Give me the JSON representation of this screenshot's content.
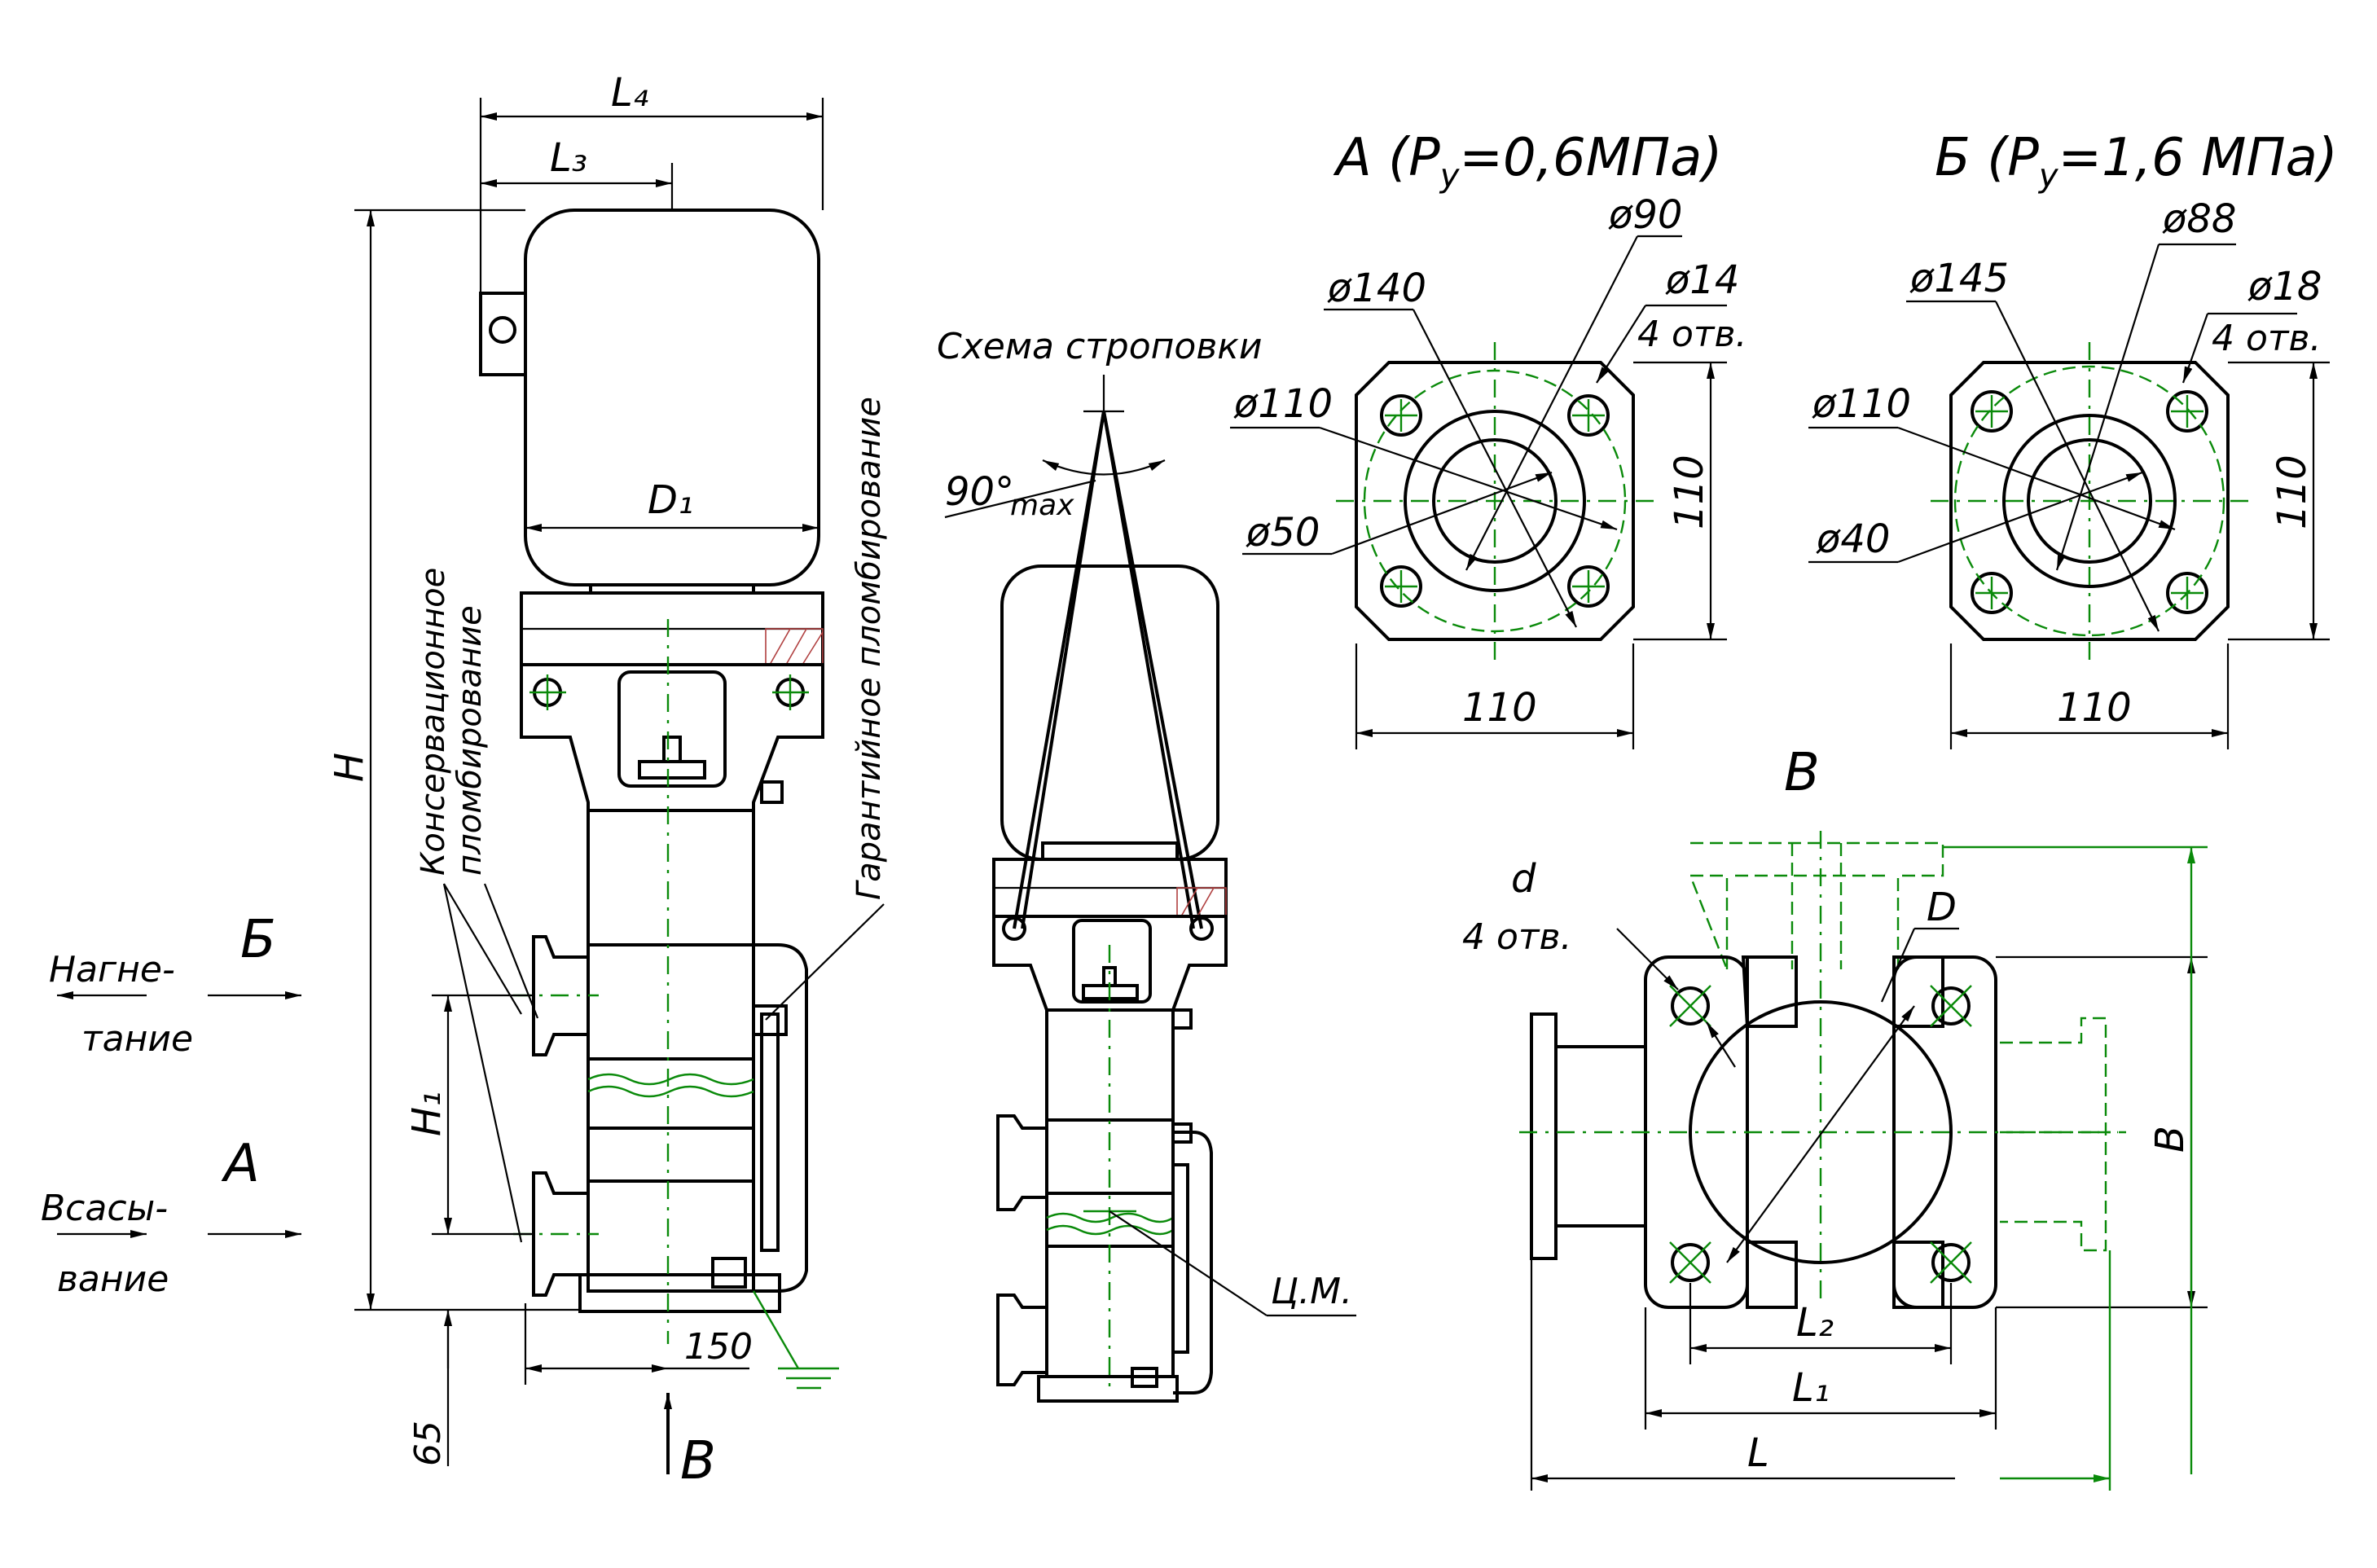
{
  "colors": {
    "line": "#000000",
    "centerline": "#0a8a0a",
    "hatch": "#b04040"
  },
  "main_view": {
    "dims": {
      "L4": "L₄",
      "L3": "L₃",
      "D1": "D₁",
      "H": "H",
      "H1": "H₁",
      "d150": "150",
      "d65": "65"
    },
    "notes": {
      "conservation_seal_1": "Консервационное",
      "conservation_seal_2": "пломбирование",
      "warranty_seal": "Гарантийное пломбирование"
    },
    "flows": {
      "discharge_line1": "Нагне-",
      "discharge_line2": "тание",
      "discharge_letter": "Б",
      "suction_line1": "Всасы-",
      "suction_line2": "вание",
      "suction_letter": "А"
    },
    "view_arrow": "В"
  },
  "sling_view": {
    "title": "Схема строповки",
    "angle": "90°",
    "angle_sub": "max",
    "cm": "Ц.М."
  },
  "flange_A": {
    "title_pre": "А (P",
    "title_sub": "у",
    "title_post": "=0,6МПа)",
    "d90": "ø90",
    "d140": "ø140",
    "d14": "ø14",
    "holes": "4 отв.",
    "d110": "ø110",
    "d50": "ø50",
    "w110": "110",
    "h110": "110"
  },
  "flange_B": {
    "title_pre": "Б (P",
    "title_sub": "у",
    "title_post": "=1,6 МПа)",
    "d88": "ø88",
    "d145": "ø145",
    "d18": "ø18",
    "holes": "4 отв.",
    "d110": "ø110",
    "d40": "ø40",
    "w110": "110",
    "h110": "110"
  },
  "view_B": {
    "title": "В",
    "d": "d",
    "holes": "4 отв.",
    "D": "D",
    "B": "B",
    "L2": "L₂",
    "L1": "L₁",
    "L": "L"
  }
}
